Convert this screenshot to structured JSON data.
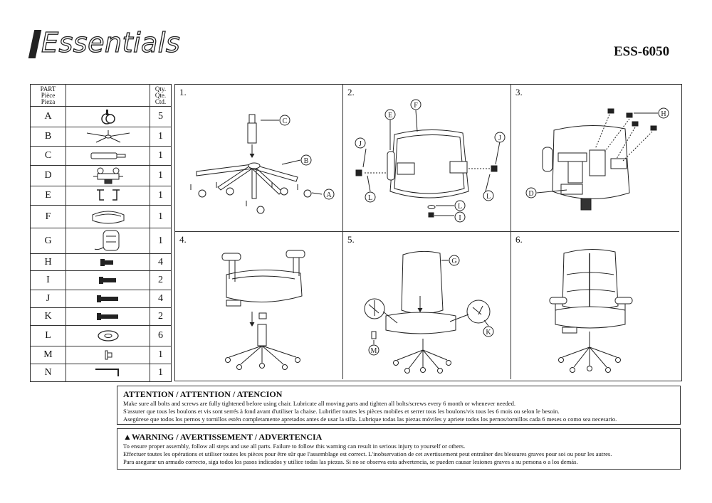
{
  "brand": "Essentials",
  "model": "ESS-6050",
  "parts_table": {
    "header_part": [
      "PART",
      "Pièce",
      "Pieza"
    ],
    "header_qty": [
      "Qty.",
      "Qte.",
      "Ctd."
    ],
    "rows": [
      {
        "part": "A",
        "qty": "5",
        "icon": "caster-icon"
      },
      {
        "part": "B",
        "qty": "1",
        "icon": "star-base-icon"
      },
      {
        "part": "C",
        "qty": "1",
        "icon": "gas-cylinder-icon"
      },
      {
        "part": "D",
        "qty": "1",
        "icon": "mechanism-icon"
      },
      {
        "part": "E",
        "qty": "1",
        "icon": "armrests-icon"
      },
      {
        "part": "F",
        "qty": "1",
        "icon": "seat-icon"
      },
      {
        "part": "G",
        "qty": "1",
        "icon": "backrest-icon"
      },
      {
        "part": "H",
        "qty": "4",
        "icon": "bolt-short-icon"
      },
      {
        "part": "I",
        "qty": "2",
        "icon": "bolt-medium-icon"
      },
      {
        "part": "J",
        "qty": "4",
        "icon": "bolt-long-icon"
      },
      {
        "part": "K",
        "qty": "2",
        "icon": "bolt-long-icon"
      },
      {
        "part": "L",
        "qty": "6",
        "icon": "washer-icon"
      },
      {
        "part": "M",
        "qty": "1",
        "icon": "clip-icon"
      },
      {
        "part": "N",
        "qty": "1",
        "icon": "allen-key-icon"
      }
    ]
  },
  "steps": [
    {
      "num": "1.",
      "callouts": [
        "C",
        "B",
        "A"
      ]
    },
    {
      "num": "2.",
      "callouts": [
        "F",
        "E",
        "J",
        "J",
        "L",
        "L",
        "L",
        "I"
      ]
    },
    {
      "num": "3.",
      "callouts": [
        "H",
        "D"
      ]
    },
    {
      "num": "4.",
      "callouts": []
    },
    {
      "num": "5.",
      "callouts": [
        "G",
        "K",
        "M"
      ]
    },
    {
      "num": "6.",
      "callouts": []
    }
  ],
  "attention": {
    "title": "ATTENTION / ATTENTION / ATENCION",
    "lines": [
      "Make sure all bolts and screws are fully tightened before using chair. Lubricate all moving parts and tighten all bolts/screws every 6 month or whenever needed.",
      "S'assurer que tous les boulons et vis sont serrés à fond avant d'utiliser la chaise. Lubrifier toutes les pièces mobiles et serrer tous les boulons/vis tous les 6 mois ou selon le besoin.",
      "Asegúrese que todos los pernos y tornillos estén completamente apretados antes de usar la silla. Lubrique todas las piezas móviles y apriete todos los pernos/tornillos cada 6 meses o como sea necesario."
    ]
  },
  "warning": {
    "title": "WARNING / AVERTISSEMENT / ADVERTENCIA",
    "lines": [
      "To ensure proper assembly, follow all steps and use all parts. Failure to follow this warning can result in serious injury to yourself or others.",
      "Effectuer toutes les opérations et utiliser toutes les pièces pour être sûr que l'assemblage est correct. L'inobservation de cet avertissement peut entraîner des blessures graves pour soi ou pour les autres.",
      "Para asegurar un armado correcto, siga todos los pasos indicados y utilice todas las piezas. Si no se observa esta advertencia, se pueden causar lesiones graves a su persona o a los demás."
    ]
  }
}
